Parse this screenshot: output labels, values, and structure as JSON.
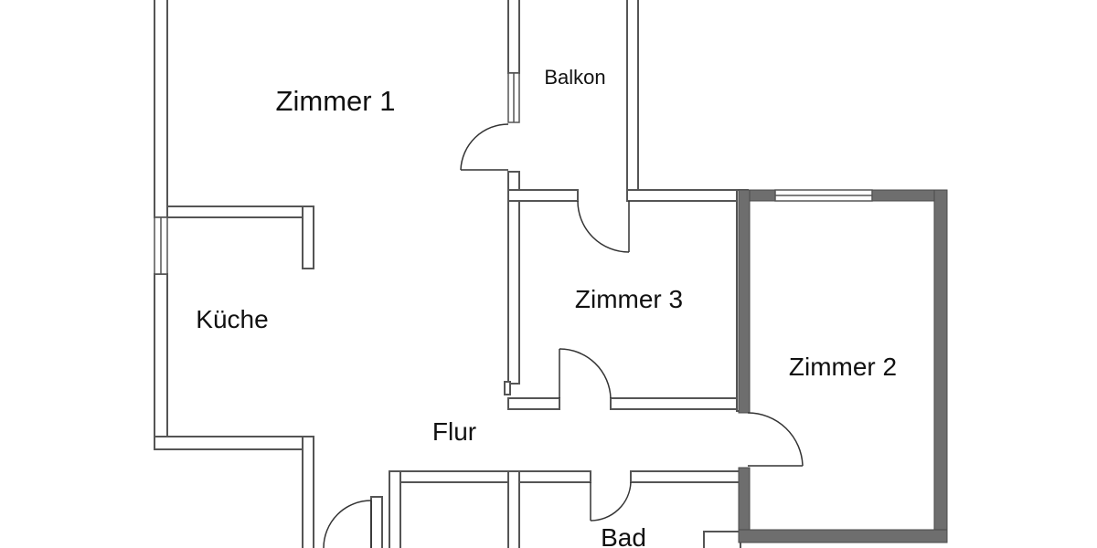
{
  "floorplan": {
    "rooms": [
      {
        "id": "zimmer-1",
        "label": "Zimmer 1"
      },
      {
        "id": "balkon",
        "label": "Balkon"
      },
      {
        "id": "kueche",
        "label": "Küche"
      },
      {
        "id": "zimmer-3",
        "label": "Zimmer 3"
      },
      {
        "id": "zimmer-2",
        "label": "Zimmer 2"
      },
      {
        "id": "flur",
        "label": "Flur"
      },
      {
        "id": "bad",
        "label": "Bad"
      }
    ],
    "colors": {
      "wall_outline": "#555555",
      "wall_dark": "#6e6e6e",
      "background": "#ffffff",
      "text": "#111111"
    }
  }
}
